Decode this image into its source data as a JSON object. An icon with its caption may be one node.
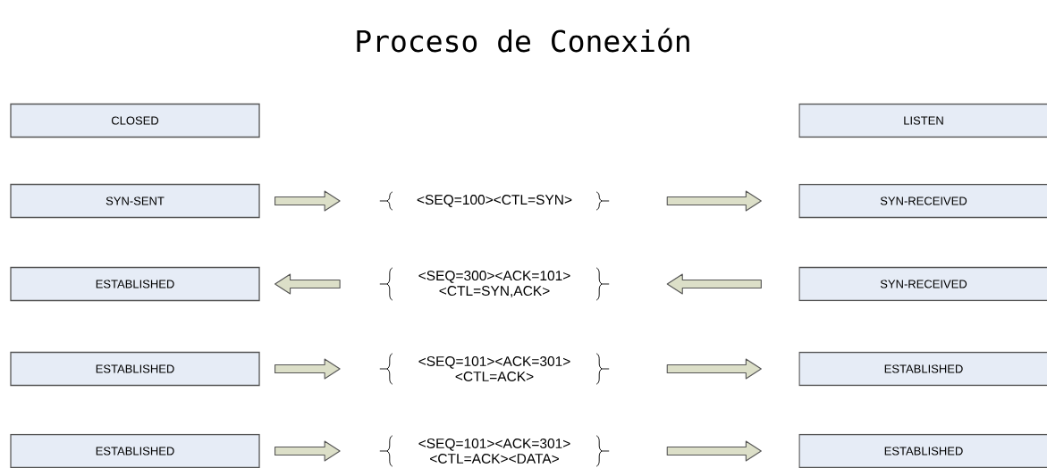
{
  "diagram": {
    "title": "Proceso de Conexión",
    "nodes": [
      {
        "text": [
          "CLOSED"
        ]
      },
      {
        "text": [
          "LISTEN"
        ]
      },
      {
        "text": [
          "SYN-SENT"
        ]
      },
      {
        "text": [
          "<SEQ=100><CTL=SYN>"
        ]
      },
      {
        "text": [
          "SYN-RECEIVED"
        ]
      },
      {
        "text": [
          "ESTABLISHED"
        ]
      },
      {
        "text": [
          "<SEQ=300><ACK=101> <CTL=SYN,ACK>"
        ]
      },
      {
        "text": [
          "SYN-RECEIVED"
        ]
      },
      {
        "text": [
          "ESTABLISHED"
        ]
      },
      {
        "text": [
          "<SEQ=101><ACK=301> <CTL=ACK>"
        ]
      },
      {
        "text": [
          "ESTABLISHED"
        ]
      },
      {
        "text": [
          "ESTABLISHED"
        ]
      },
      {
        "text": [
          "<SEQ=101><ACK=301> <CTL=ACK><DATA>"
        ]
      },
      {
        "text": [
          "ESTABLISHED"
        ]
      }
    ],
    "edges": [
      {
        "from": 2,
        "to": 3,
        "arrow": "to"
      },
      {
        "from": 3,
        "to": 4,
        "arrow": "to"
      },
      {
        "from": 7,
        "to": 6,
        "arrow": "to"
      },
      {
        "from": 6,
        "to": 5,
        "arrow": "to"
      },
      {
        "from": 8,
        "to": 9,
        "arrow": "to"
      },
      {
        "from": 9,
        "to": 10,
        "arrow": "to"
      },
      {
        "from": 11,
        "to": 12,
        "arrow": "to"
      },
      {
        "from": 12,
        "to": 13,
        "arrow": "to"
      }
    ]
  }
}
